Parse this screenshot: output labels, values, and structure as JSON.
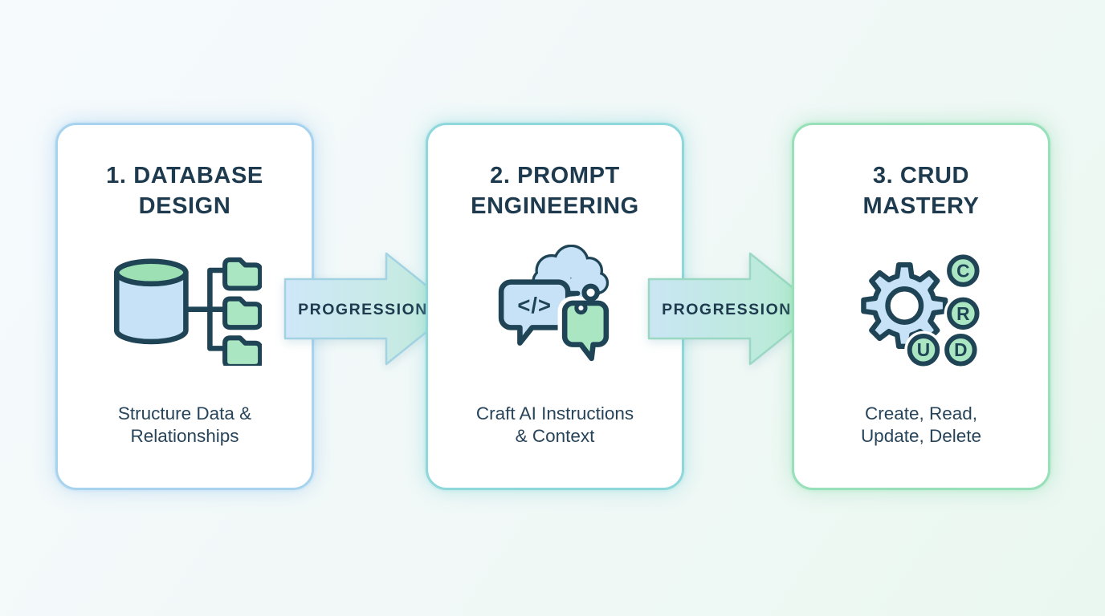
{
  "cards": [
    {
      "title_line1": "1. DATABASE",
      "title_line2": "DESIGN",
      "subtitle_line1": "Structure Data &",
      "subtitle_line2": "Relationships",
      "icon": "database-schema-icon",
      "border_color": "#a8d3ee"
    },
    {
      "title_line1": "2. PROMPT",
      "title_line2": "ENGINEERING",
      "subtitle_line1": "Craft AI Instructions",
      "subtitle_line2": "& Context",
      "icon": "code-chat-bubbles-icon",
      "code_glyph": "</>",
      "border_color": "#8ed8dc"
    },
    {
      "title_line1": "3. CRUD",
      "title_line2": "MASTERY",
      "subtitle_line1": "Create, Read,",
      "subtitle_line2": "Update, Delete",
      "icon": "gear-crud-badges-icon",
      "crud_letters": {
        "c": "C",
        "r": "R",
        "u": "U",
        "d": "D"
      },
      "border_color": "#97e0b9"
    }
  ],
  "arrows": [
    {
      "label": "PROGRESSION"
    },
    {
      "label": "PROGRESSION"
    }
  ],
  "colors": {
    "title_text": "#1d3a4e",
    "subtitle_text": "#27445a",
    "icon_outline": "#1f4456",
    "icon_blue_fill": "#c7e2f6",
    "icon_green_fill": "#a9e6c1",
    "cylinder_top_green": "#9ce0b4",
    "arrow1_gradient": [
      "#cfe7f8",
      "#c2ecd9"
    ],
    "arrow2_gradient": [
      "#cae6f4",
      "#b5eccf"
    ],
    "background_start": "#f6fafd",
    "background_end": "#eaf7f0"
  }
}
